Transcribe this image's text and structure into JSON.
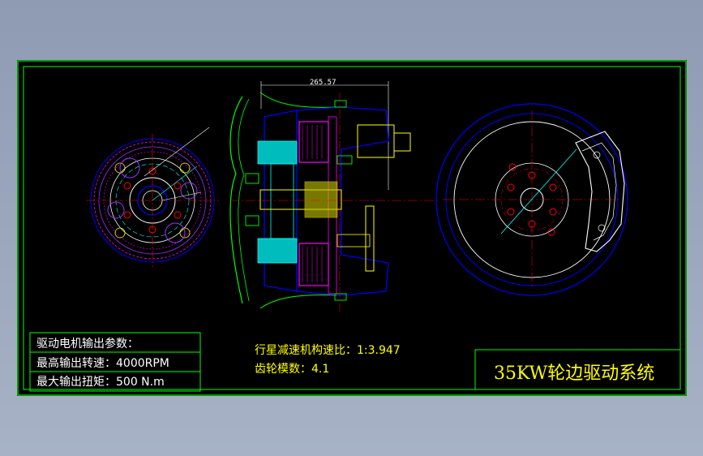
{
  "drawing": {
    "title": "35KW轮边驱动系统",
    "motor_params": {
      "heading": "驱动电机输出参数：",
      "max_speed": "最高输出转速：4000RPM",
      "max_torque": "最大输出扭矩：500 N.m"
    },
    "reduction": {
      "ratio": "行星减速机构速比：1:3.947",
      "module": "齿轮模数：4.1"
    },
    "dimension_width": "265.57",
    "colors": {
      "background_frame": "#000000",
      "border": "#00ff00",
      "text_yellow": "#ffff00",
      "outline_blue": "#0000ff",
      "section_magenta": "#ff00ff",
      "section_cyan": "#00ffff"
    }
  }
}
